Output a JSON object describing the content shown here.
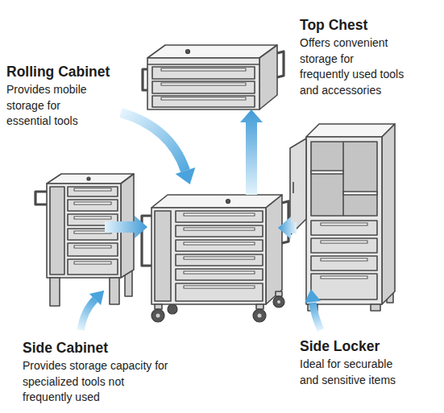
{
  "diagram": {
    "nodes": [
      {
        "text": [
          "Top Chest",
          "Offers convenient storage for frequently used tools and accessories"
        ]
      },
      {
        "text": [
          "Rolling Cabinet",
          "Provides mobile storage for essential tools"
        ]
      },
      {
        "text": [
          "Side Cabinet",
          "Provides storage capacity for specialized tools not frequently used"
        ]
      },
      {
        "text": [
          "Side Locker",
          "Ideal for securable and sensitive items"
        ]
      }
    ],
    "edges": [
      {
        "from": 1,
        "to": 0,
        "arrow": "to"
      },
      {
        "from": 2,
        "to": 1,
        "arrow": "to"
      },
      {
        "from": 3,
        "to": 1,
        "arrow": "to"
      }
    ]
  }
}
